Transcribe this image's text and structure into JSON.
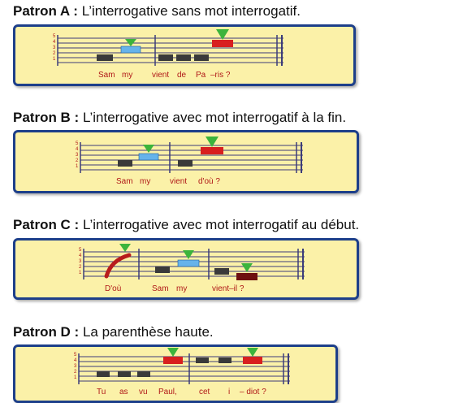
{
  "patterns": [
    {
      "id": "A",
      "label": "Patron A :",
      "description": " L’interrogative sans mot interrogatif.",
      "syllables": [
        "Sam",
        "my",
        "vient",
        "de",
        "Pa",
        "–ris ?"
      ],
      "level_numbers": [
        "5",
        "4",
        "3",
        "2",
        "1"
      ]
    },
    {
      "id": "B",
      "label": "Patron B :",
      "description": " L’interrogative avec mot interrogatif à la fin.",
      "syllables": [
        "Sam",
        "my",
        "vient",
        "d'où ?"
      ],
      "level_numbers": [
        "5",
        "4",
        "3",
        "2",
        "1"
      ]
    },
    {
      "id": "C",
      "label": "Patron C :",
      "description": " L’interrogative avec mot interrogatif au début.",
      "syllables": [
        "D'où",
        "Sam",
        "my",
        "vient–il ?"
      ],
      "level_numbers": [
        "5",
        "4",
        "3",
        "2",
        "1"
      ]
    },
    {
      "id": "D",
      "label": "Patron D :",
      "description": " La parenthèse haute.",
      "syllables": [
        "Tu",
        "as",
        "vu",
        "Paul,",
        "cet",
        "i",
        "– diot ?"
      ],
      "level_numbers": [
        "5",
        "4",
        "3",
        "2",
        "1"
      ]
    }
  ],
  "colors": {
    "panel_bg": "#fbf1a8",
    "panel_border": "#1d3f8a",
    "staff_line": "#3c3c7a",
    "neutral_note": "#3a3a3a",
    "blue_note": "#66b3ea",
    "red_note": "#d81f1f",
    "dark_red_note": "#6e1010",
    "accent_triangle": "#3cb43c",
    "syllable_text": "#b01818"
  }
}
